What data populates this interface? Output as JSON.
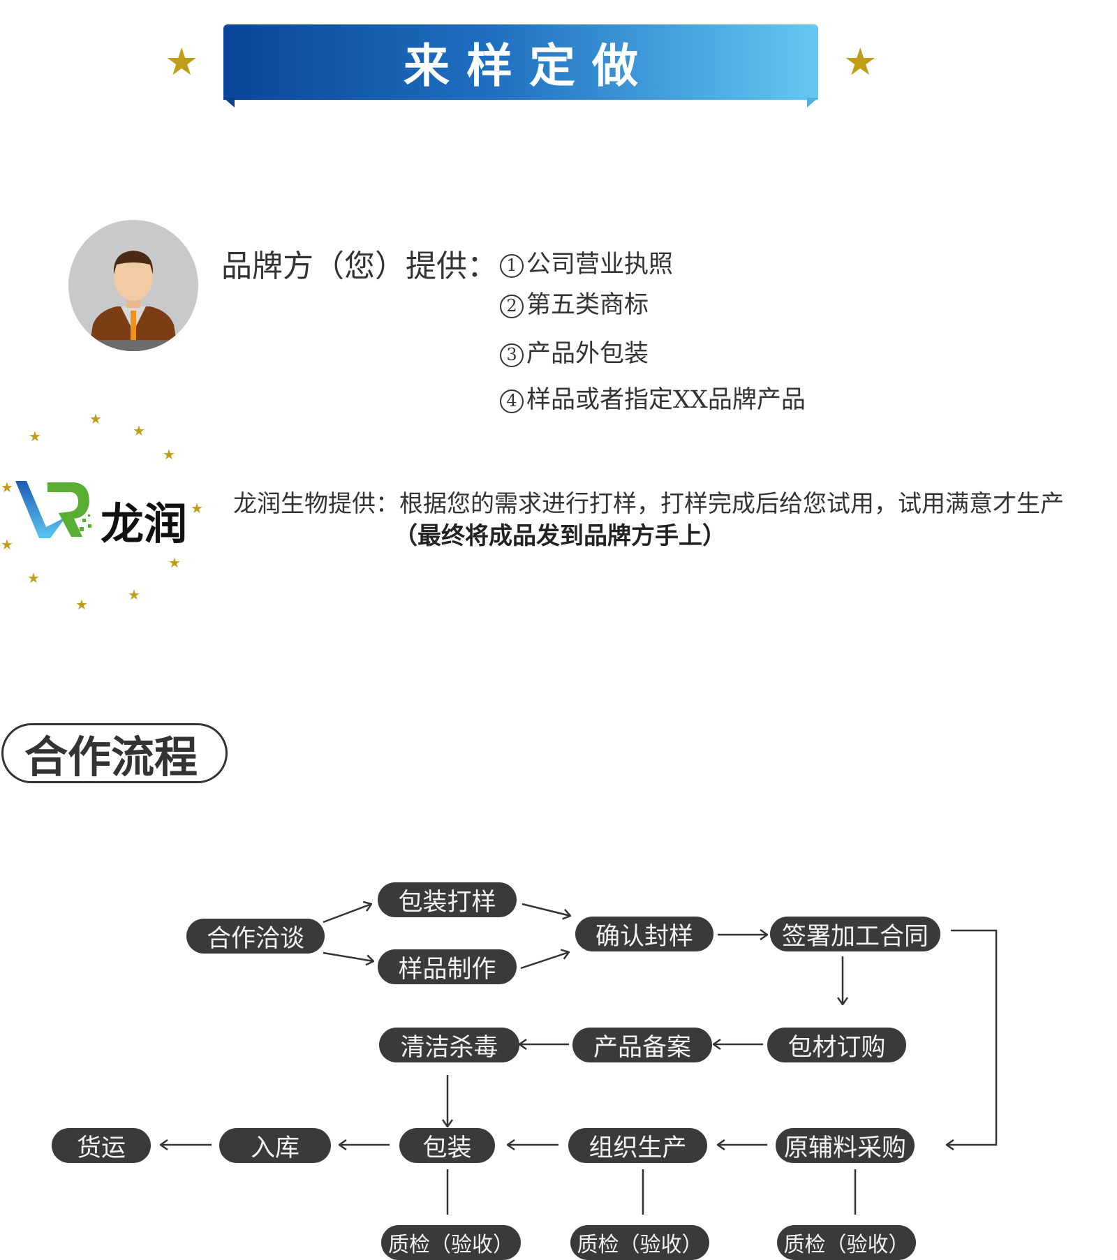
{
  "banner": {
    "title": "来样定做"
  },
  "brand_side": {
    "lead": "品牌方（您）提供：",
    "items": [
      {
        "num": "1",
        "text": "公司营业执照"
      },
      {
        "num": "2",
        "text": "第五类商标"
      },
      {
        "num": "3",
        "text": "产品外包装"
      },
      {
        "num": "4",
        "text": "样品或者指定XX品牌产品"
      }
    ]
  },
  "company": {
    "logo_mark": "VR",
    "logo_text": "龙润",
    "description": "龙润生物提供：根据您的需求进行打样，打样完成后给您试用，试用满意才生产",
    "note": "（最终将成品发到品牌方手上）"
  },
  "process": {
    "title": "合作流程",
    "nodes": {
      "negotiate": "合作洽谈",
      "pack_sample": "包装打样",
      "sample_make": "样品制作",
      "confirm": "确认封样",
      "contract": "签署加工合同",
      "pack_purchase": "包材订购",
      "filing": "产品备案",
      "clean": "清洁杀毒",
      "shipping": "货运",
      "storage": "入库",
      "packing": "包装",
      "production": "组织生产",
      "material": "原辅料采购",
      "qc": "质检（验收）"
    }
  },
  "colors": {
    "star": "#c09d16",
    "node": "#3a3a3c",
    "banner_start": "#0a4599",
    "banner_end": "#64c8f2"
  }
}
